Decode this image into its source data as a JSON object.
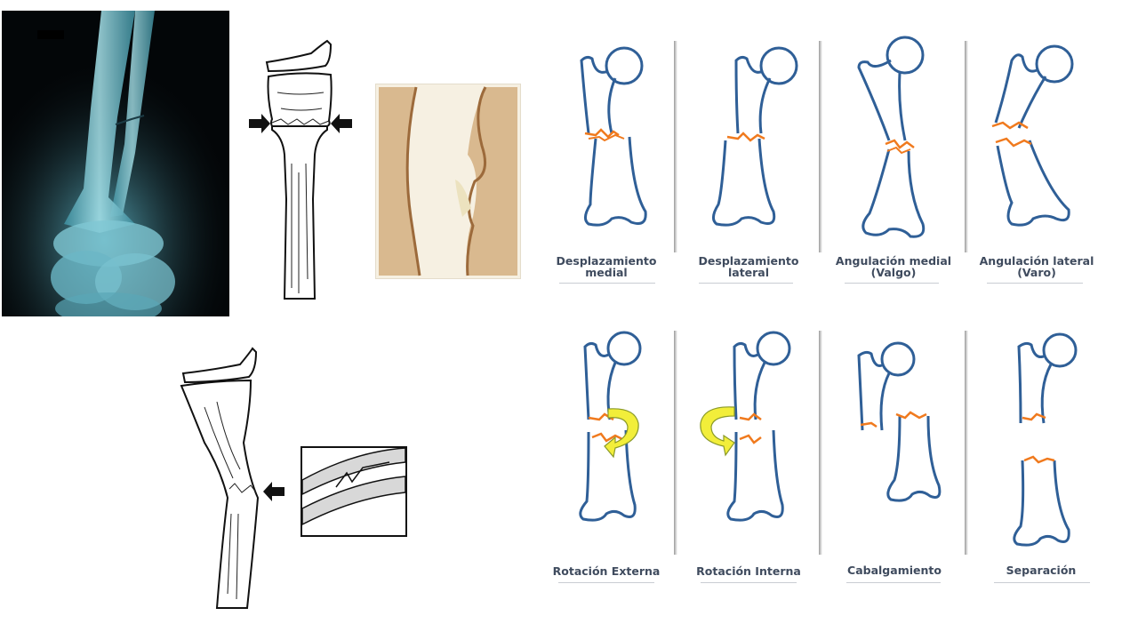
{
  "top_row": [
    {
      "line1": "Desplazamiento",
      "line2": "medial"
    },
    {
      "line1": "Desplazamiento",
      "line2": "lateral"
    },
    {
      "line1": "Angulación medial",
      "line2": "(Valgo)"
    },
    {
      "line1": "Angulación lateral",
      "line2": "(Varo)"
    }
  ],
  "bottom_row": [
    {
      "line1": "Rotación Externa"
    },
    {
      "line1": "Rotación Interna"
    },
    {
      "line1": "Cabalgamiento"
    },
    {
      "line1": "Separación"
    }
  ],
  "colors": {
    "bone_outline": "#2f5f97",
    "fracture": "#f07a1e",
    "rotation_arrow": "#f2ee3a",
    "caption_text": "#3f4b5e",
    "xray_bone": "#8fd3dd"
  }
}
